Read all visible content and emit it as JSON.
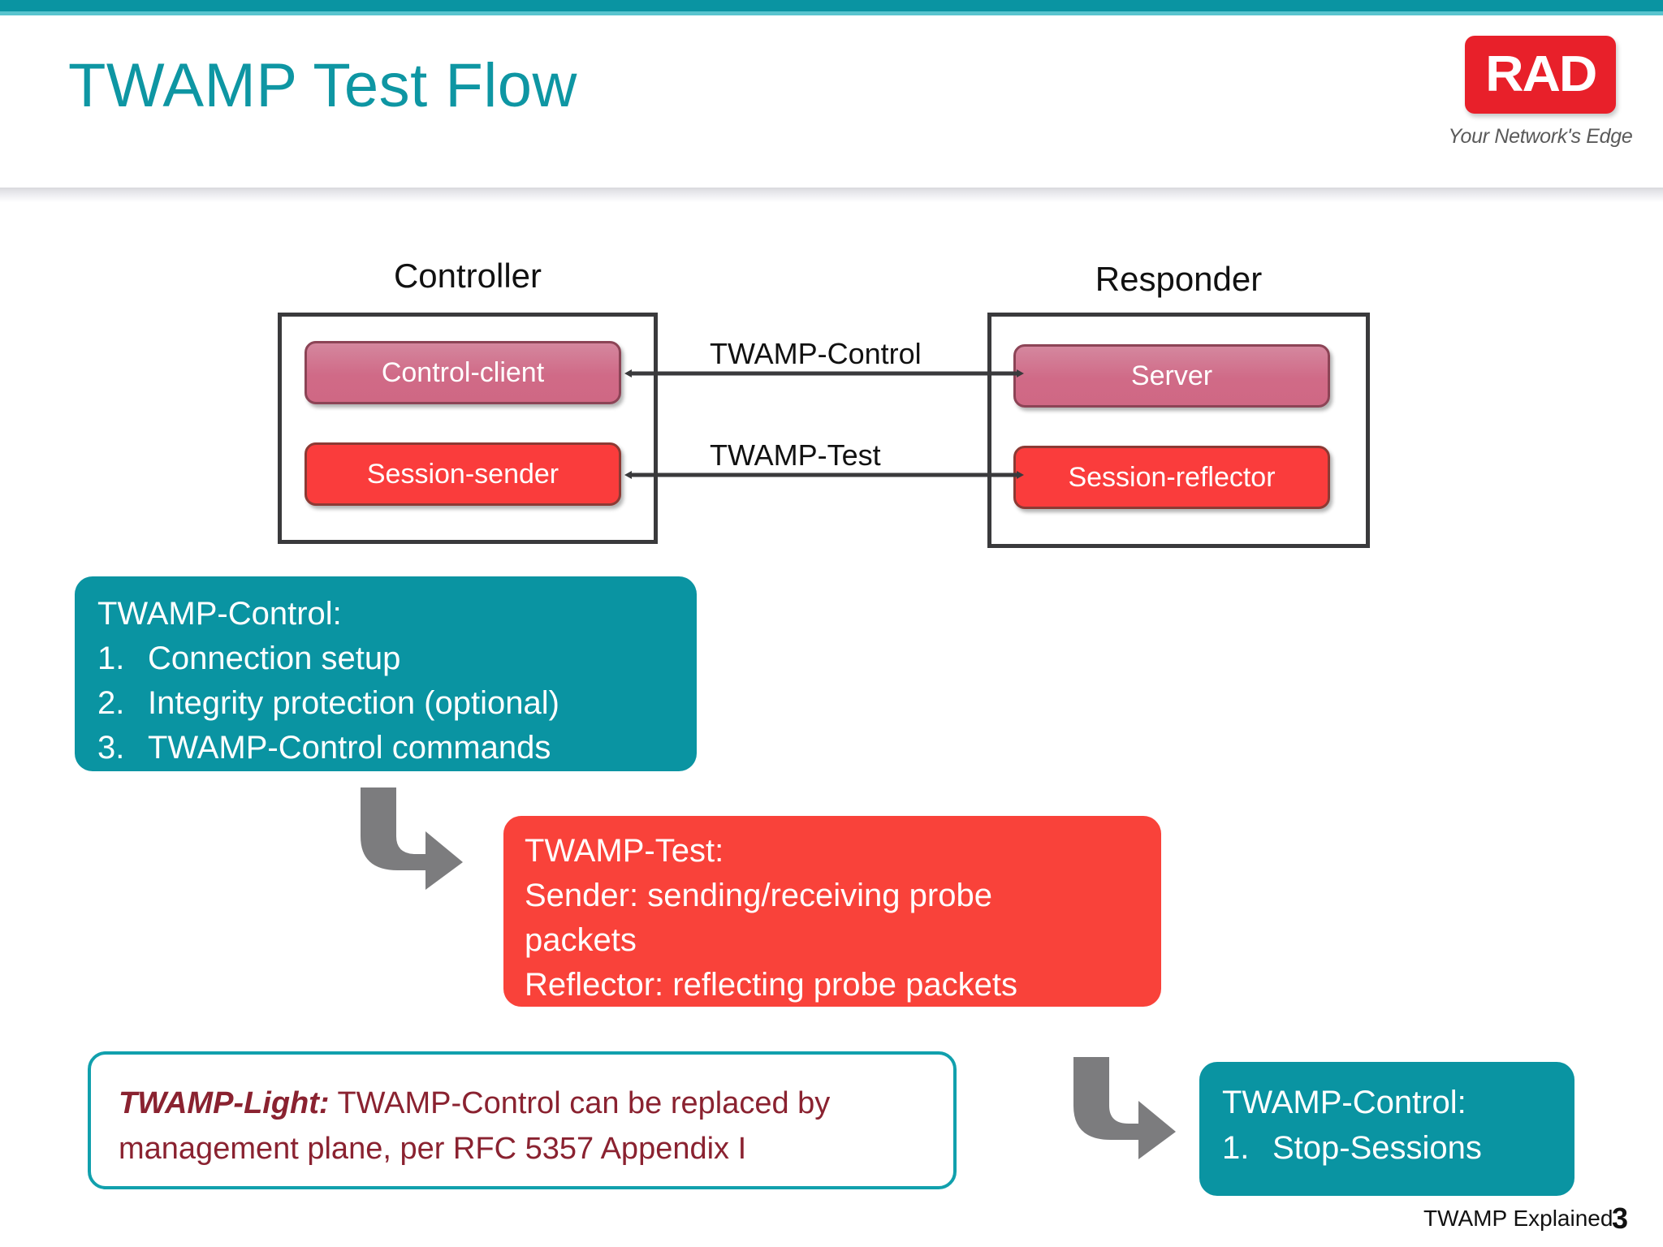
{
  "slide": {
    "title": "TWAMP Test Flow",
    "accent_teal": "#0A94A2",
    "accent_red": "#F9423A",
    "accent_maroon": "#8A2230"
  },
  "logo": {
    "mark_text": "RAD",
    "tagline": "Your Network's Edge",
    "mark_color": "#E8202A"
  },
  "diagram": {
    "controller": {
      "label": "Controller",
      "nodes": [
        {
          "label": "Control-client",
          "color": "#D06A87"
        },
        {
          "label": "Session-sender",
          "color": "#FA3C3C"
        }
      ]
    },
    "responder": {
      "label": "Responder",
      "nodes": [
        {
          "label": "Server",
          "color": "#D06A87"
        },
        {
          "label": "Session-reflector",
          "color": "#FA3C3C"
        }
      ]
    },
    "connectors": [
      {
        "label": "TWAMP-Control"
      },
      {
        "label": "TWAMP-Test"
      }
    ]
  },
  "callouts": {
    "control": {
      "heading": "TWAMP-Control:",
      "items": [
        {
          "num": "1.",
          "text": "Connection setup"
        },
        {
          "num": "2.",
          "text": "Integrity protection (optional)"
        },
        {
          "num": "3.",
          "text": "TWAMP-Control commands"
        }
      ]
    },
    "test": {
      "heading": "TWAMP-Test:",
      "lines": [
        "Sender: sending/receiving probe",
        "packets",
        "Reflector: reflecting probe packets"
      ]
    },
    "light": {
      "term": "TWAMP-Light:",
      "line1_rest": " TWAMP-Control can be replaced by",
      "line2": "management plane, per RFC 5357 Appendix I"
    },
    "stop": {
      "heading": "TWAMP-Control:",
      "items": [
        {
          "num": "1.",
          "text": "Stop-Sessions"
        }
      ]
    }
  },
  "footer": {
    "deck_name": "TWAMP Explained",
    "page_number": "3"
  }
}
